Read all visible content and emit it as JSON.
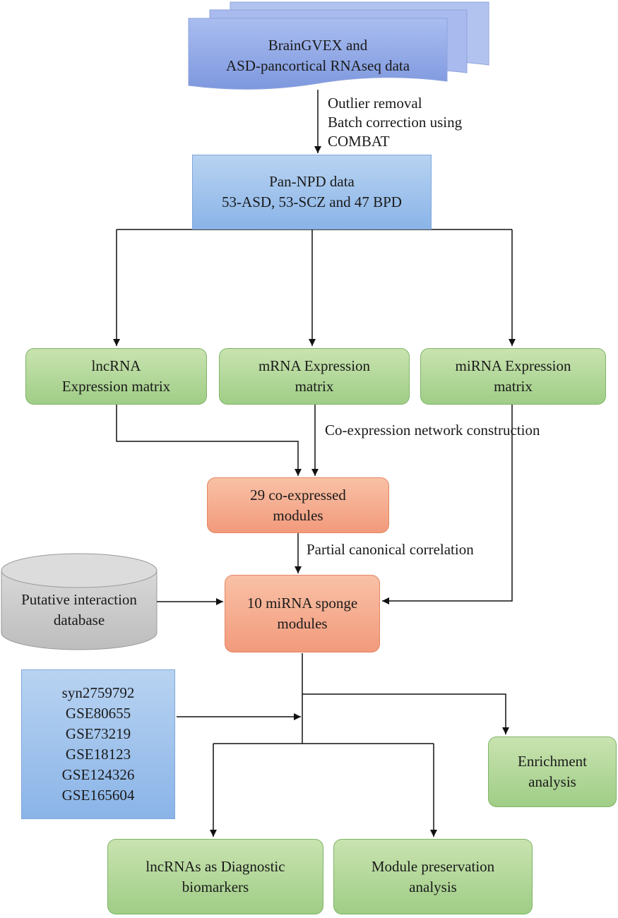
{
  "nodes": {
    "input_data": {
      "line1": "BrainGVEX and",
      "line2": "ASD-pancortical RNAseq data"
    },
    "pan_npd": {
      "line1": "Pan-NPD data",
      "line2": "53-ASD, 53-SCZ and 47 BPD"
    },
    "lncrna_matrix": {
      "line1": "lncRNA",
      "line2": "Expression matrix"
    },
    "mrna_matrix": {
      "line1": "mRNA Expression",
      "line2": "matrix"
    },
    "mirna_matrix": {
      "line1": "miRNA Expression",
      "line2": "matrix"
    },
    "coexpressed_modules": {
      "line1": "29 co-expressed",
      "line2": "modules"
    },
    "interaction_db": {
      "line1": "Putative interaction",
      "line2": "database"
    },
    "sponge_modules": {
      "line1": "10 miRNA sponge",
      "line2": "modules"
    },
    "datasets": {
      "items": [
        "syn2759792",
        "GSE80655",
        "GSE73219",
        "GSE18123",
        "GSE124326",
        "GSE165604"
      ]
    },
    "enrichment": {
      "line1": "Enrichment",
      "line2": "analysis"
    },
    "diagnostic": {
      "line1": "lncRNAs as Diagnostic",
      "line2": "biomarkers"
    },
    "preservation": {
      "line1": "Module preservation",
      "line2": "analysis"
    }
  },
  "edge_labels": {
    "preprocess": [
      "Outlier removal",
      "Batch correction using",
      "COMBAT"
    ],
    "network": "Co-expression network construction",
    "correlation": "Partial canonical correlation"
  },
  "colors": {
    "green": "#a9d38f",
    "orange": "#f4a384",
    "blue": "#9dbfeb",
    "gray": "#c8c8c8",
    "stroke": "#111111"
  }
}
